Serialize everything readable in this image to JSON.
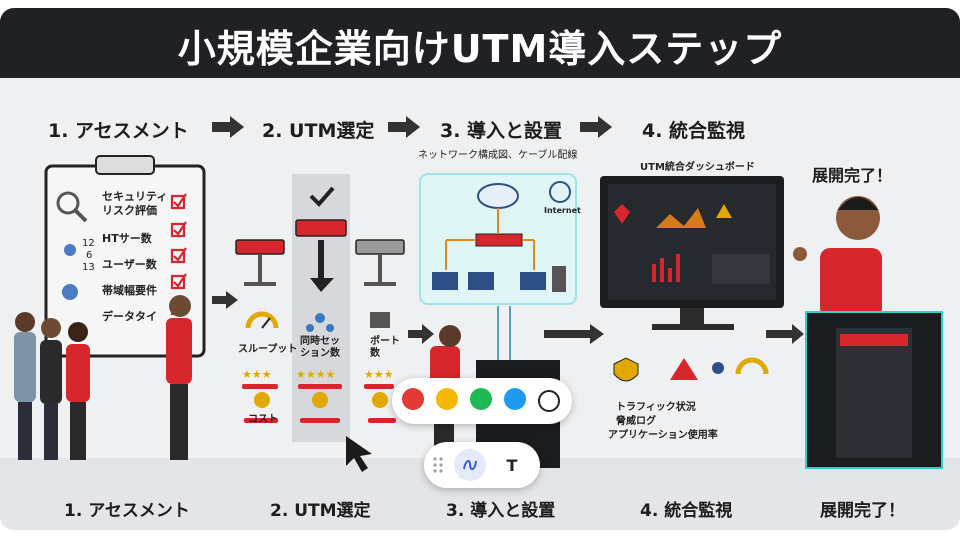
{
  "title": "小規模企業向けUTM導入ステップ",
  "steps_top": [
    "1. アセスメント",
    "2. UTM選定",
    "3. 導入と設置",
    "4. 統合監視"
  ],
  "step3_sub": "ネットワーク構成図、ケーブル配線",
  "checklist": [
    "セキュリティ\nリスク評価",
    "HTサー数",
    "ユーザー数",
    "帯域幅要件",
    "データタイ"
  ],
  "checklist_numbers": [
    "12",
    "6",
    "13"
  ],
  "utm_labels": [
    "スループット",
    "同時セッ\nション数",
    "ポート\n数"
  ],
  "cost_label": "コスト",
  "cloud_label": "Internet",
  "dashboard_title": "UTM統合ダッシュボード",
  "done_label": "展開完了！",
  "monitor_list": [
    "トラフィック状況",
    "脅威ログ",
    "アプリケーション使用率"
  ],
  "steps_bottom": [
    "1. アセスメント",
    "2. UTM選定",
    "3. 導入と設置",
    "4. 統合監視",
    "展開完了！"
  ],
  "palette_colors": [
    "#e53935",
    "#f6b700",
    "#1db954",
    "#1e9bf0",
    "#ffffff"
  ],
  "toolbar_text_label": "T",
  "colors": {
    "header": "#1f2124",
    "accent_red": "#d7262c"
  }
}
